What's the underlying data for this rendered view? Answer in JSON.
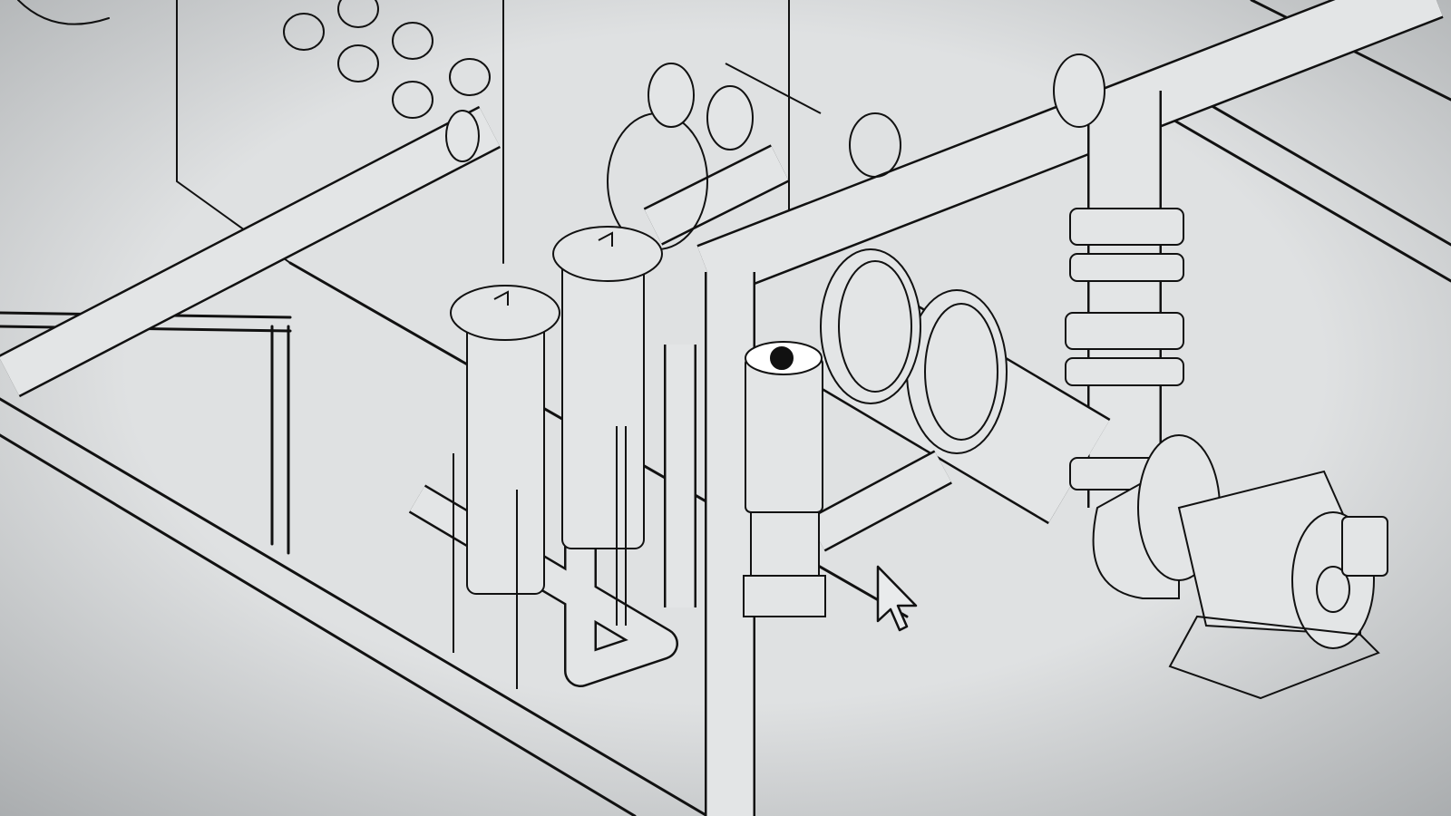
{
  "drawing": {
    "style": "isometric CAD line drawing",
    "colors": {
      "background": "#dcdedf",
      "vignette": "#a9acae",
      "line": "#111111",
      "pipe_fill": "#e3e5e6"
    },
    "components": [
      "control-panel",
      "filter-housing",
      "filter-housing",
      "vertical-multistage-pump",
      "end-suction-pump",
      "main-header-pipe",
      "butterfly-valve",
      "ball-valve",
      "mouse-cursor"
    ]
  }
}
